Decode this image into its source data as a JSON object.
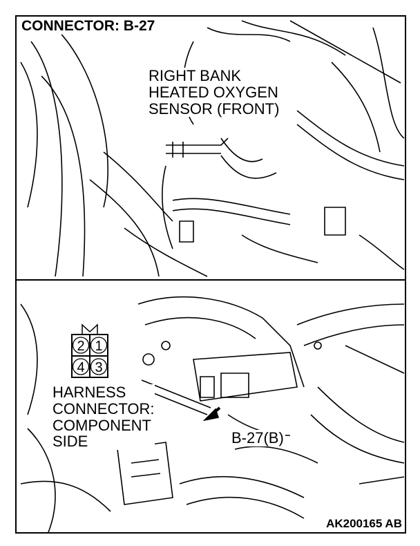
{
  "top_panel": {
    "title": "CONNECTOR: B-27",
    "callout": [
      "RIGHT BANK",
      "HEATED OXYGEN",
      "SENSOR (FRONT)"
    ]
  },
  "bottom_panel": {
    "connector_pins": [
      "2",
      "1",
      "4",
      "3"
    ],
    "harness_label": [
      "HARNESS",
      "CONNECTOR:",
      "COMPONENT",
      "SIDE"
    ],
    "connector_callout": "B-27(B)",
    "figure_code": "AK200165 AB"
  }
}
